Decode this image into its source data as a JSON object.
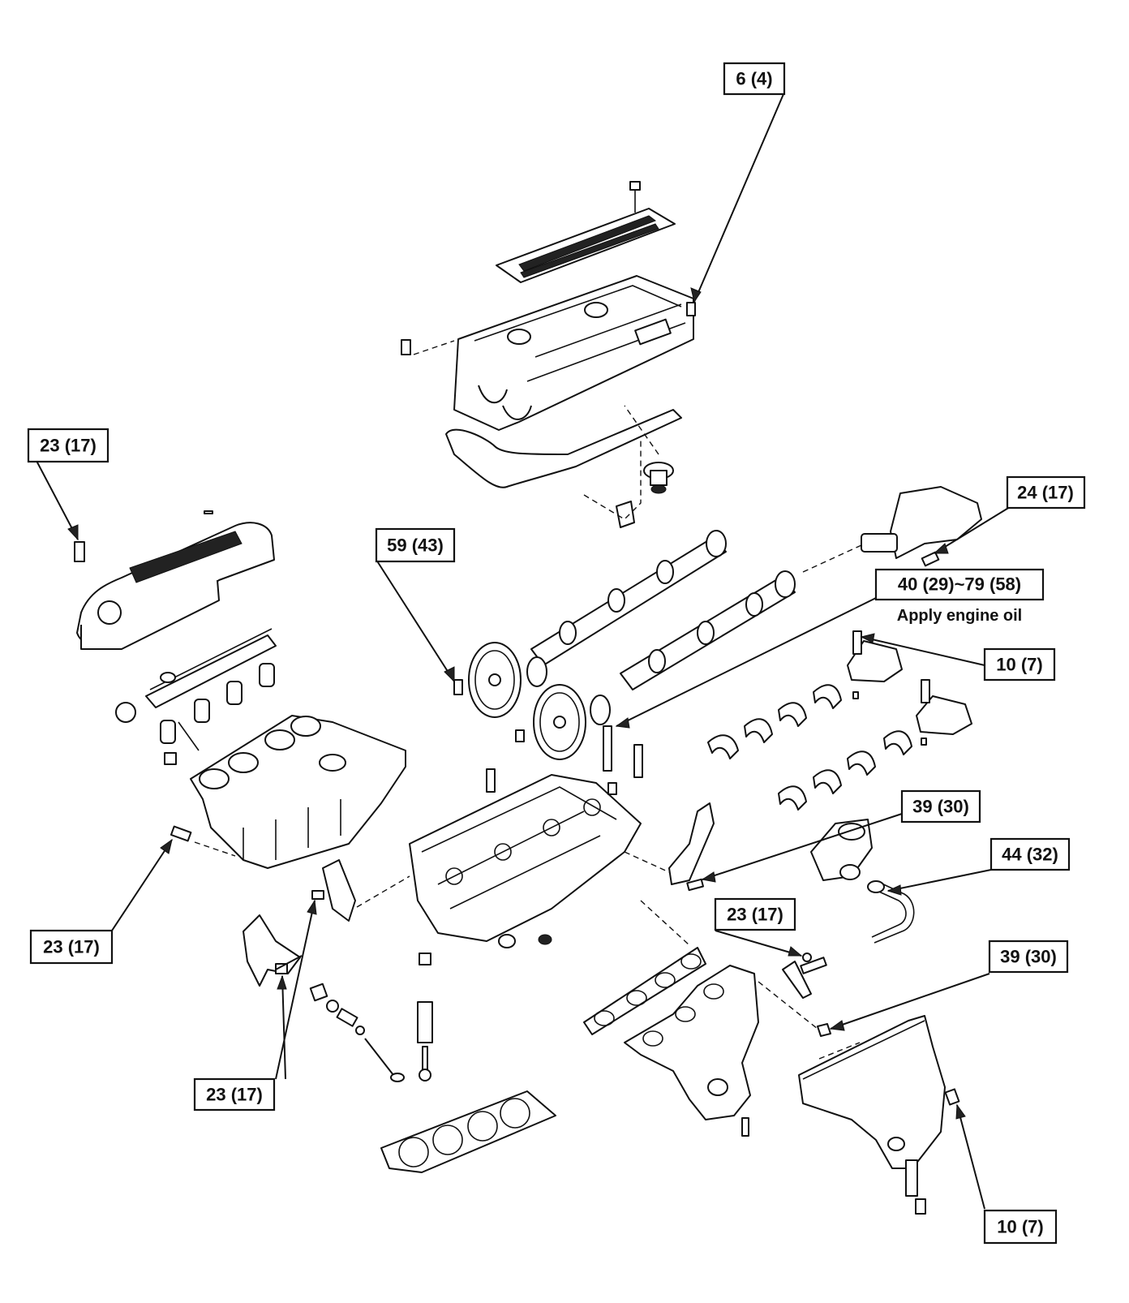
{
  "labels": {
    "valve_cover_bolt": "6 (4)",
    "upper_manifold_bolt": "23 (17)",
    "distributor_bolt": "24 (17)",
    "cam_pulley_bolt": "59 (43)",
    "head_bolt": "40 (29)~79 (58)",
    "head_bolt_note": "Apply engine oil",
    "cam_cap_bolt": "10 (7)",
    "lifting_bracket_bolt": "39 (30)",
    "egr_bolt": "44 (32)",
    "intake_manifold_bolt": "23 (17)",
    "exhaust_bracket_bolt": "23 (17)",
    "exhaust_manifold_nut": "39 (30)",
    "bracket_bolts": "23 (17)",
    "heat_shield_bolt": "10 (7)"
  }
}
